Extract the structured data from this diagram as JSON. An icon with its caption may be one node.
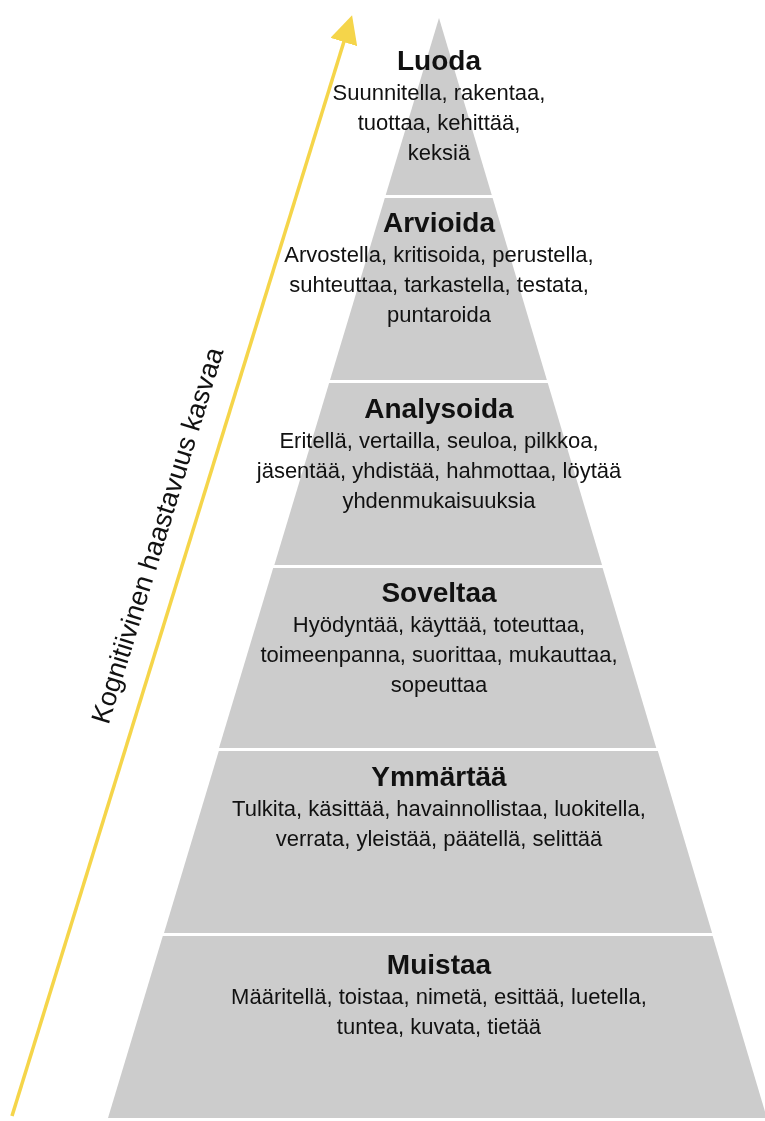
{
  "diagram": {
    "nodes": [
      {
        "text": [
          "Luoda",
          "Suunnitella, rakentaa, tuottaa, kehittää, keksiä"
        ]
      },
      {
        "text": [
          "Arvioida",
          "Arvostella, kritisoida, perustella, suhteuttaa, tarkastella, testata, puntaroida"
        ]
      },
      {
        "text": [
          "Analysoida",
          "Eritellä, vertailla, seuloa, pilkkoa, jäsentää, yhdistää, hahmottaa, löytää yhdenmukaisuuksia"
        ]
      },
      {
        "text": [
          "Soveltaa",
          "Hyödyntää, käyttää, toteuttaa, toimeenpanna, suorittaa, mukauttaa, sopeuttaa"
        ]
      },
      {
        "text": [
          "Ymmärtää",
          "Tulkita, käsittää, havainnollistaa, luokitella, verrata, yleistää, päätellä, selittää"
        ]
      },
      {
        "text": [
          "Muistaa",
          "Määritellä, toistaa, nimetä, esittää, luetella, tuntea, kuvata, tietää"
        ]
      }
    ],
    "labels": [
      "Kognitiivinen haastavuus kasvaa"
    ]
  }
}
